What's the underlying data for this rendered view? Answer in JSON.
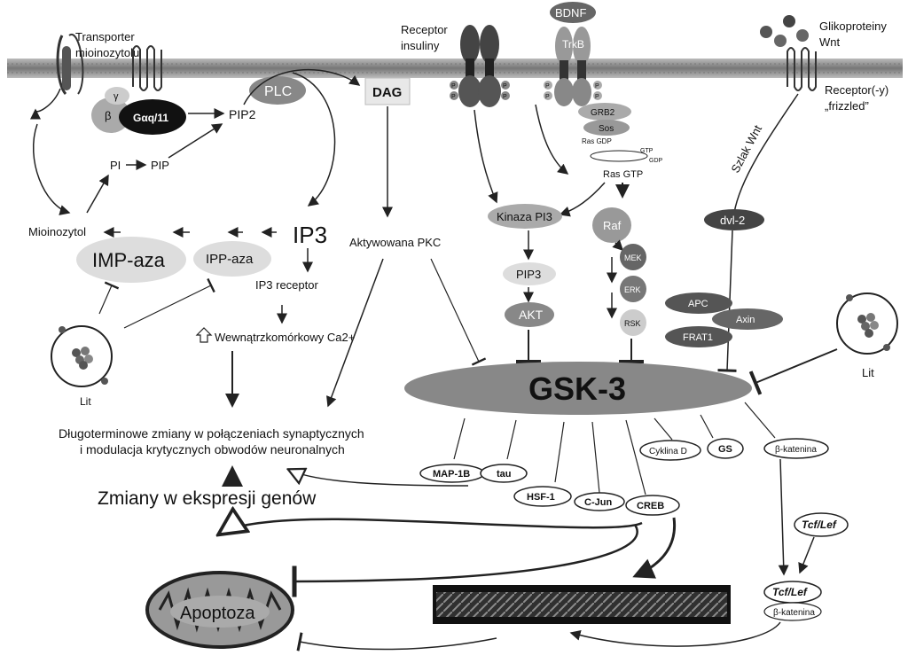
{
  "labels": {
    "transporter": [
      "Transporter",
      "mioinozytolu"
    ],
    "receptor_insulin": [
      "Receptor",
      "insuliny"
    ],
    "bdnf": "BDNF",
    "trkb": "TrkB",
    "wnt_glyco": [
      "Glikoproteiny",
      "Wnt"
    ],
    "receptor_frizzled": [
      "Receptor(-y)",
      "„frizzled”"
    ],
    "galpha": "Gαq/11",
    "beta": "β",
    "gamma": "γ",
    "plc": "PLC",
    "dag": "DAG",
    "pip2": "PIP2",
    "pi": "PI",
    "pip": "PIP",
    "mioinozytol": "Mioinozytol",
    "imp_aza": "IMP-aza",
    "ipp_aza": "IPP-aza",
    "ip3": "IP3",
    "ip3_receptor": "IP3 receptor",
    "ca": "Wewnątrzkomórkowy Ca2+",
    "pkc": "Aktywowana PKC",
    "grb2": "GRB2",
    "sos": "Sos",
    "ras_gdp": "Ras GDP",
    "gtp": "GTP",
    "gdp": "GDP",
    "ras_gtp": "Ras GTP",
    "kinaza_pi3": "Kinaza PI3",
    "raf": "Raf",
    "mek": "MEK",
    "erk": "ERK",
    "rsk": "RSK",
    "pip3": "PIP3",
    "akt": "AKT",
    "szlak_wnt": "Szlak Wnt",
    "dvl2": "dvl-2",
    "apc": "APC",
    "axin": "Axin",
    "frat1": "FRAT1",
    "lit_left": "Lit",
    "lit_right": "Lit",
    "gsk3": "GSK-3",
    "long_term": [
      "Długoterminowe zmiany w połączeniach synaptycznych",
      "i modulacja krytycznych obwodów neuronalnych"
    ],
    "gene_expr": "Zmiany w ekspresji genów",
    "map1b": "MAP-1B",
    "tau": "tau",
    "hsf1": "HSF-1",
    "cjun": "C-Jun",
    "creb": "CREB",
    "cyklina": "Cyklina D",
    "gs": "GS",
    "bkat": "β-katenina",
    "tcf1": "Tcf/Lef",
    "tcf2": "Tcf/Lef",
    "bkat2": "β-katenina",
    "apoptoza": "Apoptoza",
    "p": "P"
  }
}
